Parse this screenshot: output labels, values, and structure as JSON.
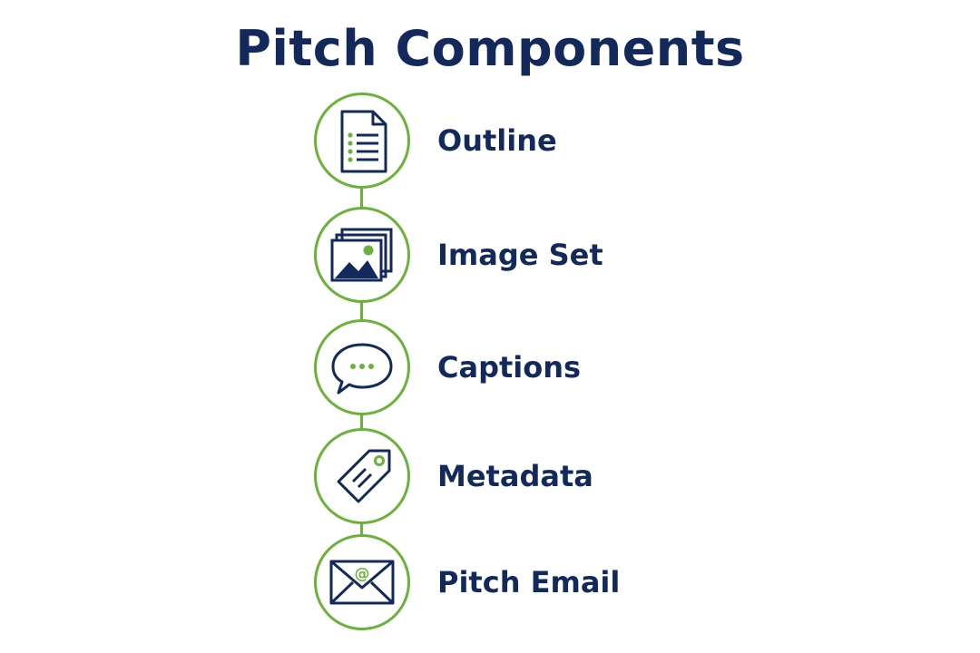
{
  "title": "Pitch Components",
  "colors": {
    "navy": "#13295c",
    "green": "#6ab23a"
  },
  "items": [
    {
      "label": "Outline",
      "icon": "document-list-icon"
    },
    {
      "label": "Image Set",
      "icon": "image-stack-icon"
    },
    {
      "label": "Captions",
      "icon": "chat-bubble-icon"
    },
    {
      "label": "Metadata",
      "icon": "tag-icon"
    },
    {
      "label": "Pitch Email",
      "icon": "envelope-at-icon"
    }
  ]
}
